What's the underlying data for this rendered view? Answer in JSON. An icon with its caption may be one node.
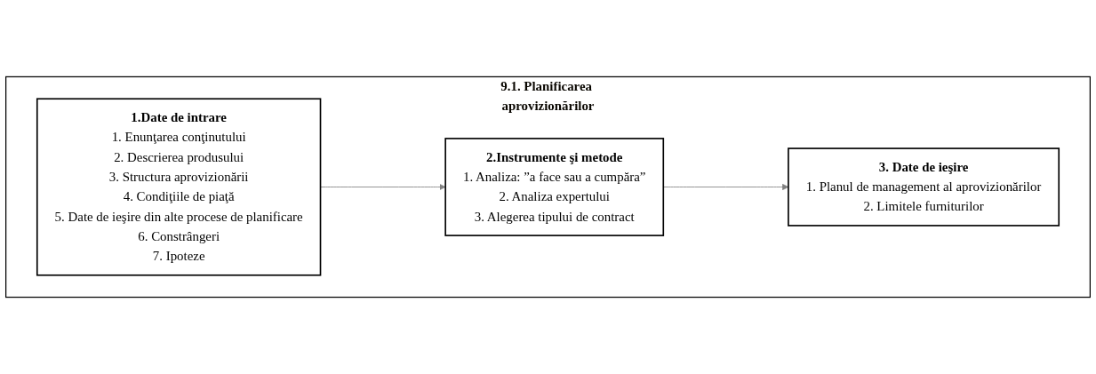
{
  "diagram": {
    "nodes": [
      {
        "text": [
          "9.1. Planificarea aprovizionărilor"
        ]
      },
      {
        "text": [
          "1.Date de intrare",
          "1. Enunţarea conţinutului",
          "2. Descrierea produsului",
          "3. Structura aprovizionării",
          "4. Condiţiile de piaţă",
          "5. Date de ieşire din alte procese de planificare",
          "6. Constrângeri",
          "7. Ipoteze"
        ],
        "in": 0
      },
      {
        "text": [
          "2.Instrumente şi metode",
          "1. Analiza: ”a face sau a cumpăra”",
          "2. Analiza expertului",
          "3. Alegerea tipului de contract"
        ],
        "in": 0
      },
      {
        "text": [
          "3. Date de ieşire",
          "1. Planul de management al aprovizionărilor",
          "2. Limitele furniturilor"
        ],
        "in": 0
      }
    ],
    "edges": [
      {
        "from": 1,
        "to": 2,
        "arrow": "to"
      },
      {
        "from": 2,
        "to": 3,
        "arrow": "to"
      }
    ]
  }
}
